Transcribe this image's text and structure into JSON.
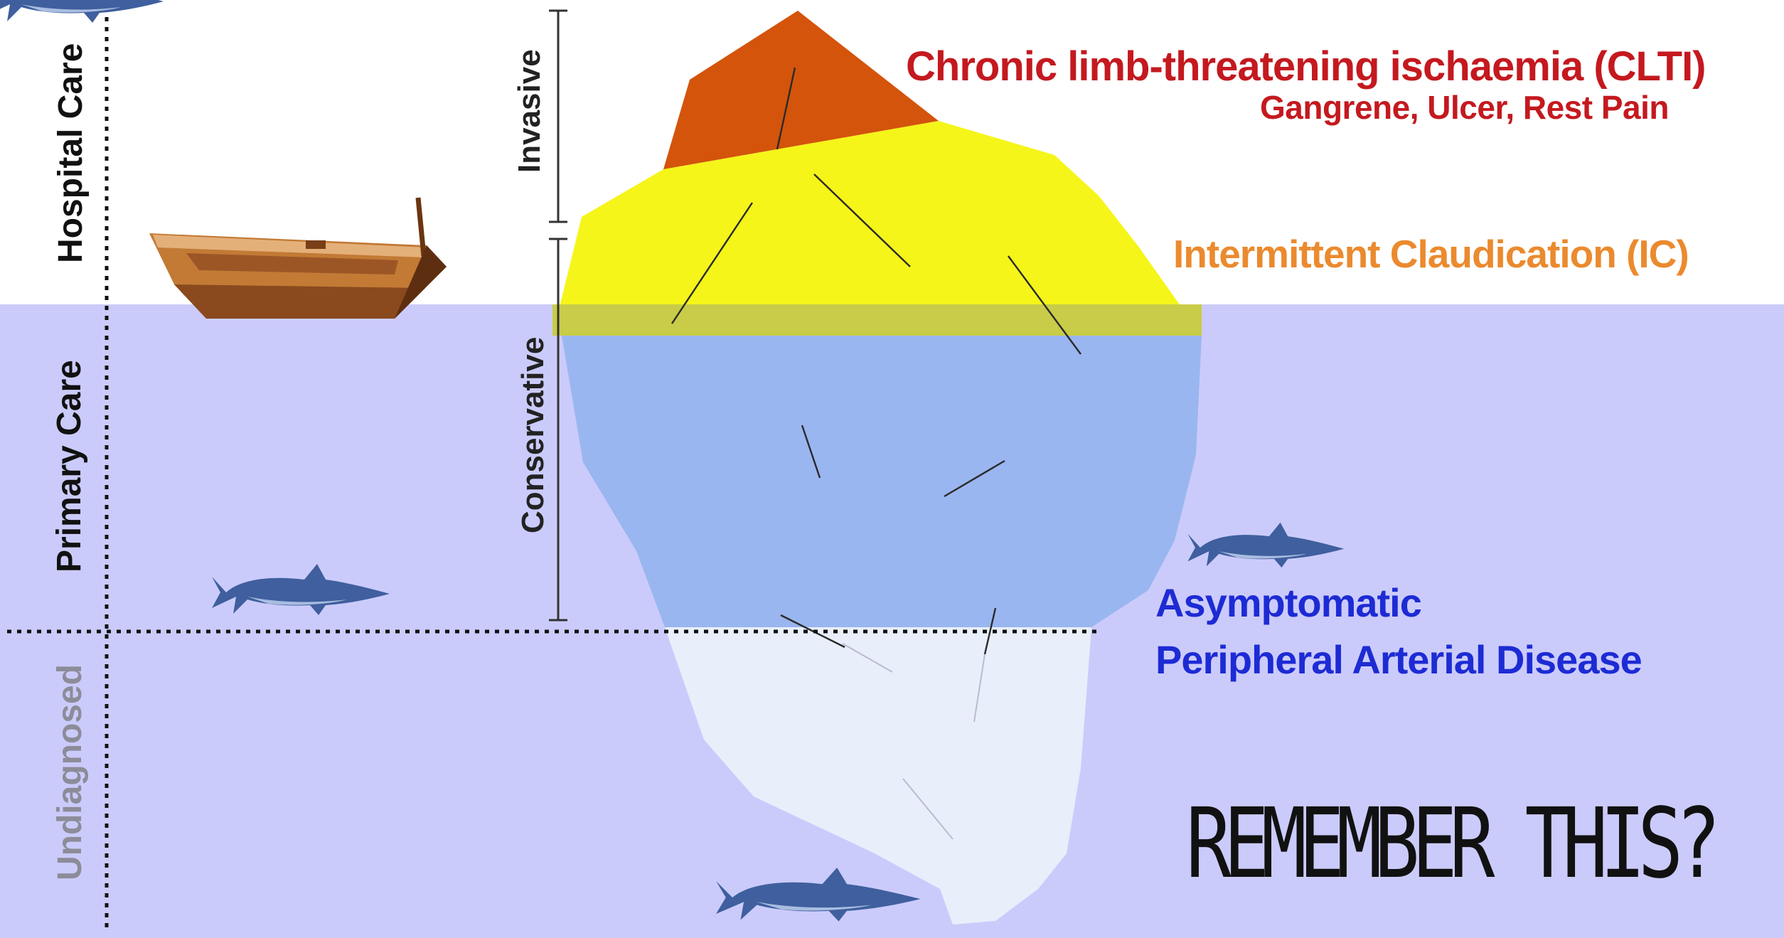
{
  "zones": {
    "hospital_care": "Hospital Care",
    "primary_care": "Primary Care",
    "undiagnosed": "Undiagnosed"
  },
  "treatment": {
    "invasive": "Invasive",
    "conservative": "Conservative"
  },
  "tiers": {
    "clti_title": "Chronic limb-threatening ischaemia (CLTI)",
    "clti_symptoms": "Gangrene, Ulcer, Rest Pain",
    "ic": "Intermittent Claudication (IC)",
    "apad_line1": "Asymptomatic",
    "apad_line2": "Peripheral Arterial Disease"
  },
  "caption": "REMEMBER THIS?",
  "colors": {
    "sea": "#cbcbfb",
    "clti_tier": "#d4540b",
    "clti_text": "#c4191f",
    "ic_tier": "#f5f51a",
    "ic_text": "#eb8a2e",
    "apad_tier": "#9ab6f0",
    "apad_text": "#1d2bd4",
    "undiagnosed_tier": "#e8effb",
    "undiagnosed_text": "#8c8c99",
    "boat": "#b9702e",
    "shark": "#3f5f9e"
  },
  "icons": [
    "boat-icon",
    "shark-icon"
  ]
}
